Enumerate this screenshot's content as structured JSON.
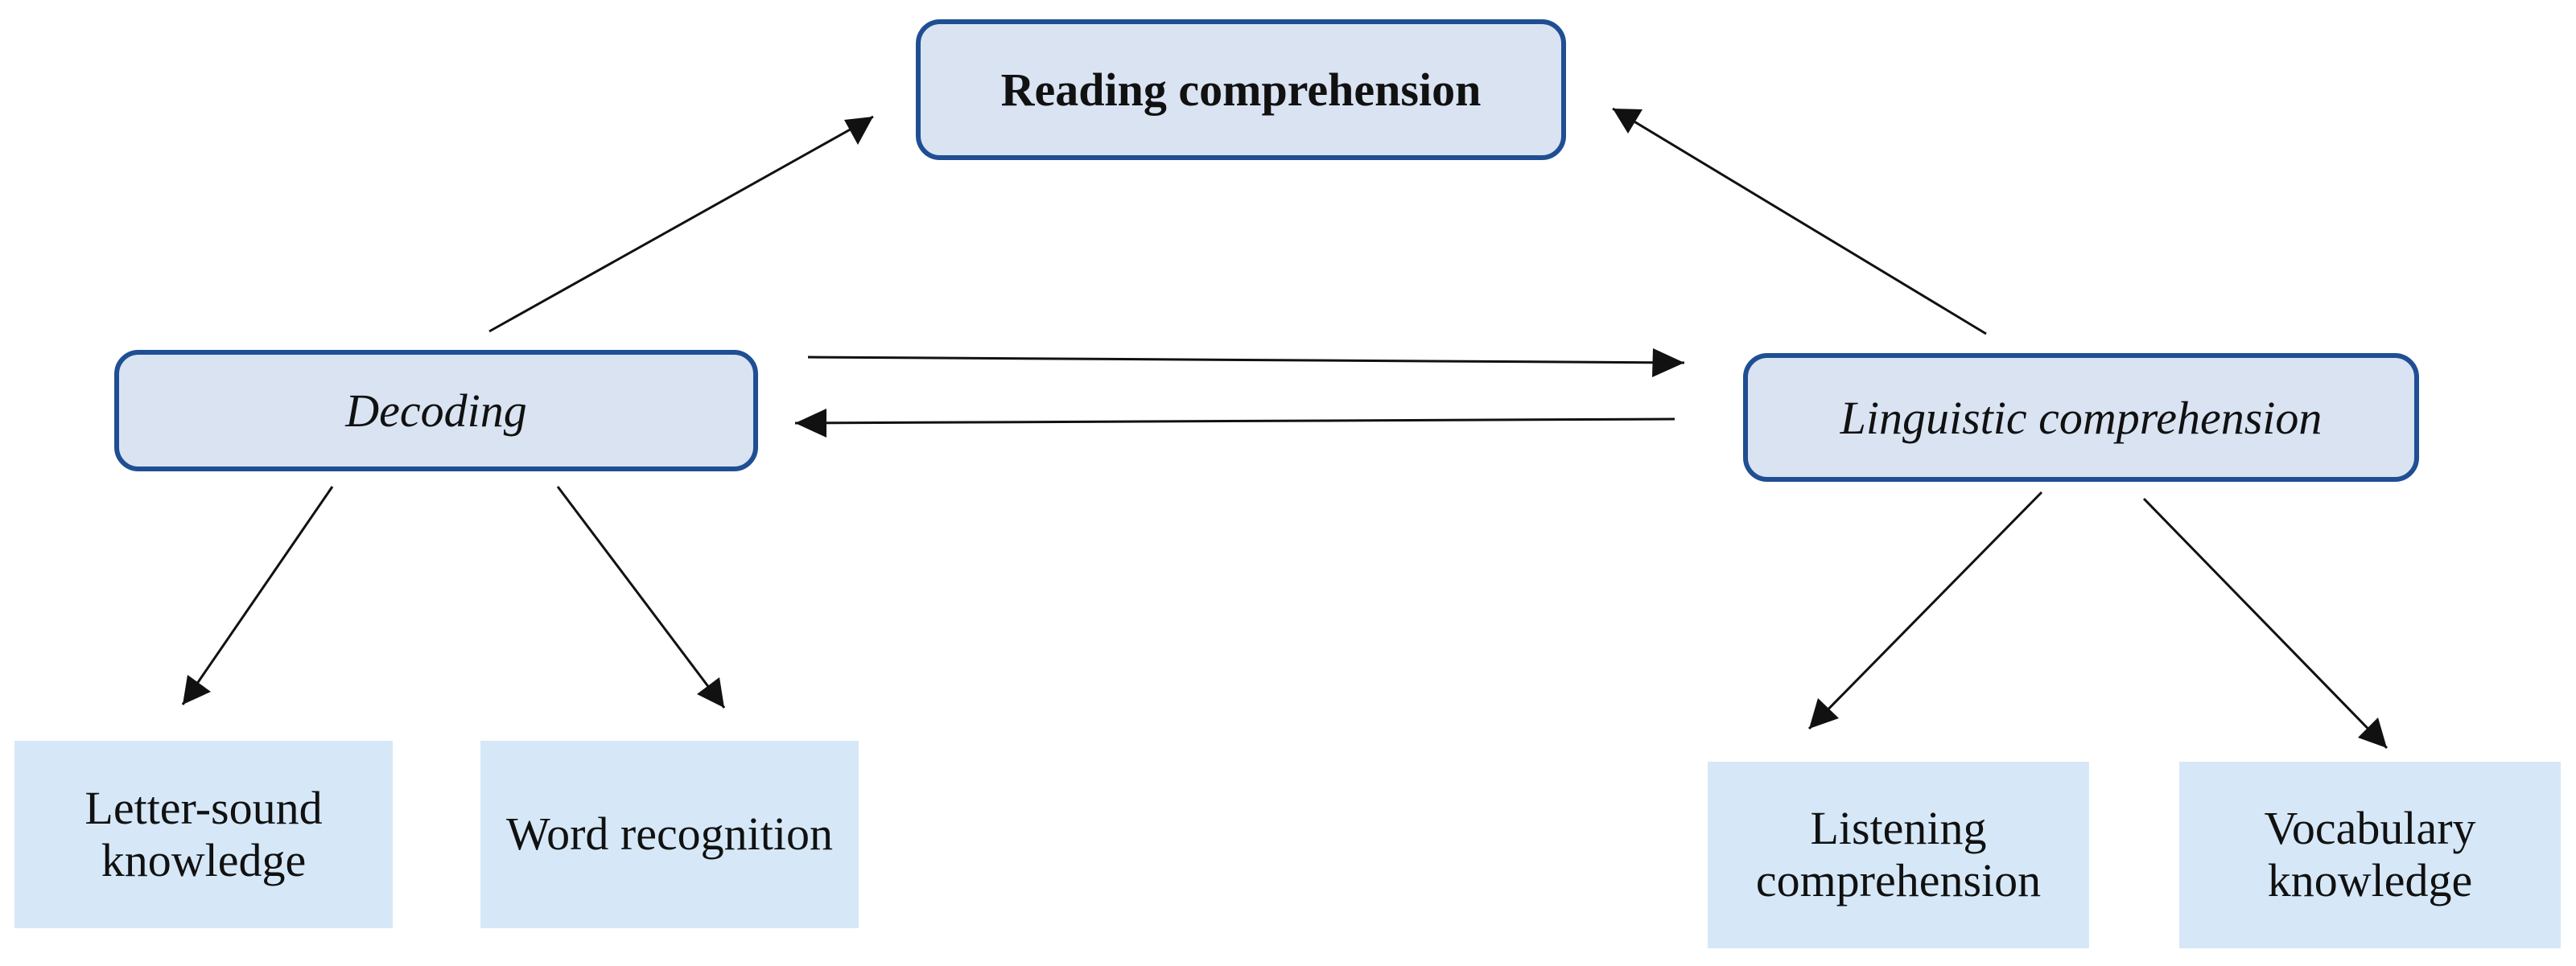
{
  "nodes": {
    "reading": "Reading comprehension",
    "decoding": "Decoding",
    "linguistic": "Linguistic comprehension",
    "letter_sound": "Letter-sound\nknowledge",
    "word_recognition": "Word recognition",
    "listening": "Listening\ncomprehension",
    "vocabulary": "Vocabulary\nknowledge"
  },
  "edges": [
    {
      "from": "Decoding",
      "to": "Reading comprehension"
    },
    {
      "from": "Linguistic comprehension",
      "to": "Reading comprehension"
    },
    {
      "from": "Decoding",
      "to": "Linguistic comprehension"
    },
    {
      "from": "Linguistic comprehension",
      "to": "Decoding"
    },
    {
      "from": "Decoding",
      "to": "Letter-sound knowledge"
    },
    {
      "from": "Decoding",
      "to": "Word recognition"
    },
    {
      "from": "Linguistic comprehension",
      "to": "Listening comprehension"
    },
    {
      "from": "Linguistic comprehension",
      "to": "Vocabulary knowledge"
    }
  ],
  "colors": {
    "primary_box_fill": "#d9e3f2",
    "primary_box_border": "#1f4e93",
    "leaf_box_fill": "#d6e8f7",
    "arrow": "#111111"
  }
}
